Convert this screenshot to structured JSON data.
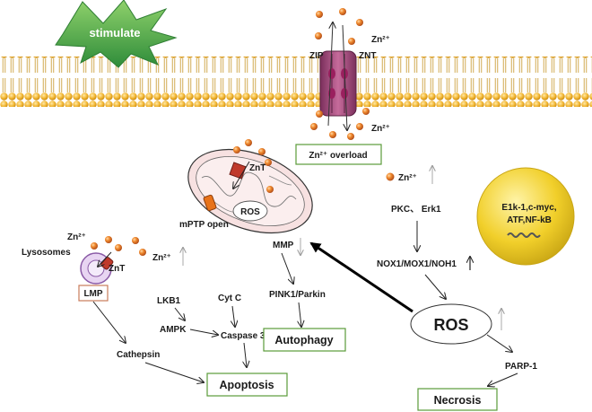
{
  "stimulate_label": "stimulate",
  "transporters": {
    "zip": "ZIP",
    "znt": "ZNT"
  },
  "zinc": {
    "zn2_top": "Zn²⁺",
    "zn2_bottom": "Zn²⁺",
    "zn2_right_mid": "Zn²⁺",
    "zn2_lysosome": "Zn²⁺",
    "zn2_left_mid": "Zn²⁺"
  },
  "overload_box": "Zn²⁺ overload",
  "mitochondrion": {
    "znt_label": "ZnT",
    "ros_label": "ROS",
    "mptp_label": "mPTP open",
    "mmp_label": "MMP"
  },
  "lysosome": {
    "title": "Lysosomes",
    "znt_label": "ZnT",
    "lmp_label": "LMP"
  },
  "pathway_labels": {
    "cathepsin": "Cathepsin",
    "lkb1": "LKB1",
    "ampk": "AMPK",
    "cytc": "Cyt C",
    "caspase3": "Caspase 3",
    "pink1": "PINK1/Parkin",
    "pkc_erk": "PKC、 Erk1",
    "nox": "NOX1/MOX1/NOH1",
    "parp": "PARP-1",
    "ros_central": "ROS"
  },
  "nucleus": {
    "line1": "E1k-1,c-myc,",
    "line2": "ATF,NF-kB"
  },
  "outcomes": {
    "apoptosis": "Apoptosis",
    "autophagy": "Autophagy",
    "necrosis": "Necrosis"
  },
  "colors": {
    "box_border": "#5b9b3a",
    "membrane_head": "#f2b632",
    "star_green": "#3fa34d",
    "zinc_orange": "#ee7d2a",
    "nucleus_yellow": "#f2d22e"
  }
}
